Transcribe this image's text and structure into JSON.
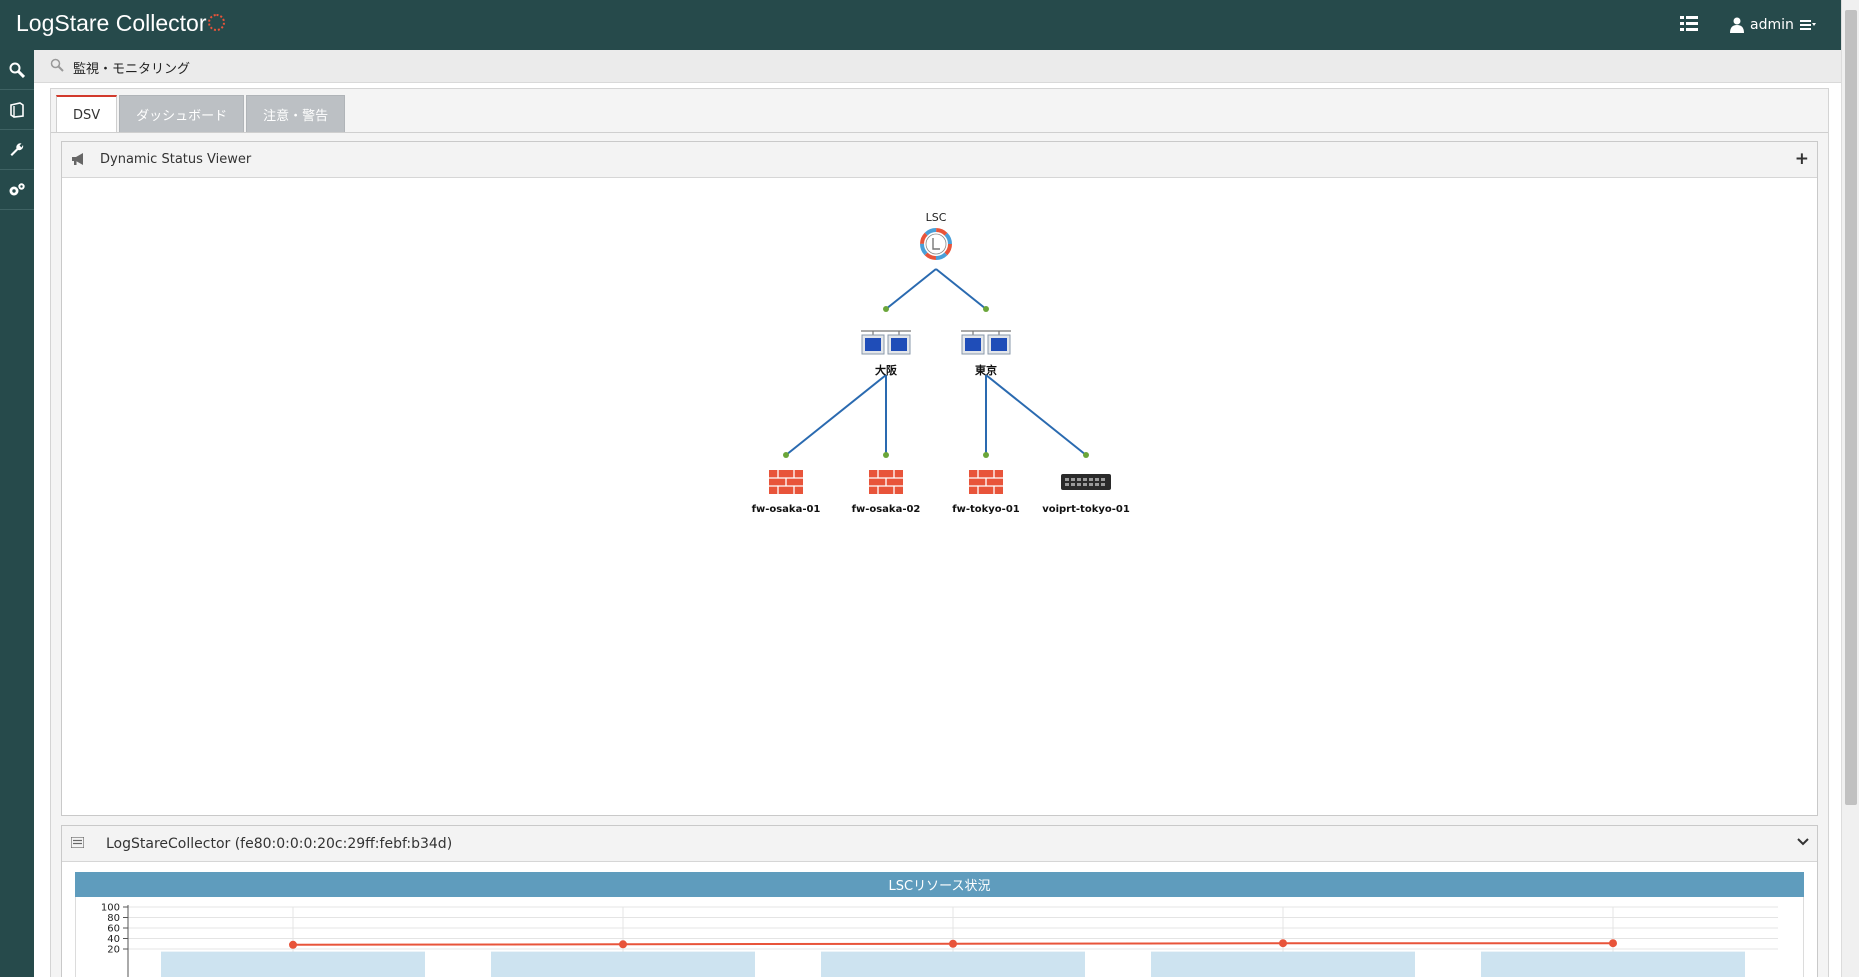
{
  "header": {
    "title": "LogStare Collector",
    "user": "admin"
  },
  "breadcrumb": {
    "text": "監視・モニタリング"
  },
  "tabs": [
    "DSV",
    "ダッシュボード",
    "注意・警告"
  ],
  "dsv": {
    "title": "Dynamic Status Viewer",
    "root": "LSC",
    "groups": [
      "大阪",
      "東京"
    ],
    "devices": [
      "fw-osaka-01",
      "fw-osaka-02",
      "fw-tokyo-01",
      "voiprt-tokyo-01"
    ]
  },
  "resource": {
    "title": "LogStareCollector (fe80:0:0:0:20c:29ff:febf:b34d)",
    "chart_title": "LSCリソース状況"
  },
  "icons": {
    "top_list": "list-icon",
    "user": "user-icon",
    "user_menu": "menu-icon",
    "nav": [
      "search-icon",
      "book-icon",
      "wrench-icon",
      "gears-icon"
    ],
    "breadcrumb": "search-icon",
    "dsv": "megaphone-icon",
    "expand": "plus-icon",
    "resource": "list-icon",
    "collapse": "chevron-down-icon",
    "root_node": "lsc-logo-icon",
    "group_node": "server-group-icon",
    "firewall": "firewall-icon",
    "router": "router-icon"
  },
  "colors": {
    "header_bg": "#264a4b",
    "tab_accent": "#d23a2c",
    "chart_header": "#5f9cbd",
    "series": "#e8543a",
    "link": "#2a6ab0",
    "port": "#6ba63a"
  },
  "chart_data": {
    "type": "line",
    "yticks": [
      "100",
      "80",
      "60",
      "40",
      "20"
    ],
    "ylim": [
      0,
      100
    ],
    "series": [
      {
        "values": [
          28,
          29,
          30,
          31,
          31
        ]
      }
    ],
    "bars": [
      {
        "values": [
          15,
          15,
          15,
          15,
          15
        ]
      }
    ]
  }
}
